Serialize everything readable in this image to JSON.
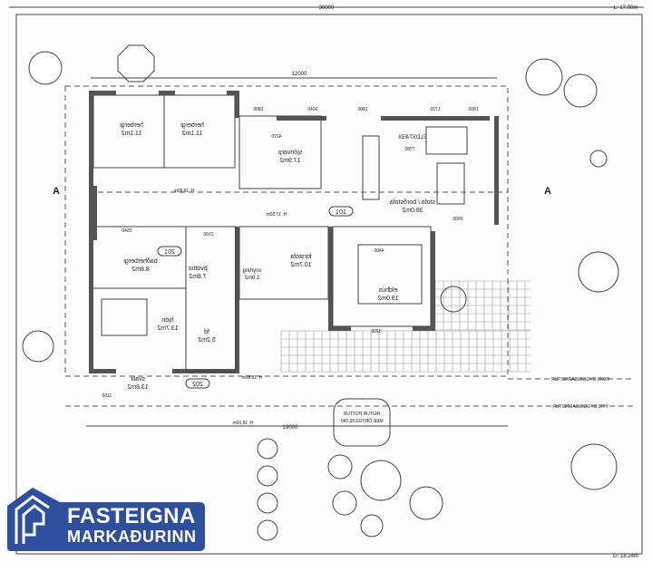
{
  "plan": {
    "dimensions": {
      "top_total": "30000",
      "house_width": "12000",
      "bottom_total": "19000",
      "lot_top": "L: 17.00m",
      "lot_bottom": "G: 18.24m"
    },
    "section_marker": "A",
    "rooms": [
      {
        "name": "herbergi",
        "area": "11.1m2"
      },
      {
        "name": "herbergi",
        "area": "11.1m2"
      },
      {
        "name": "sjónvarp",
        "area": "17.9m2"
      },
      {
        "name": "stofa / borðstofa",
        "area": "38.0m2"
      },
      {
        "name": "eldhús",
        "area": "19.0m2"
      },
      {
        "name": "forstofa",
        "area": "10.7m2"
      },
      {
        "name": "snyrting",
        "area": "1.9m2"
      },
      {
        "name": "þvottur",
        "area": "7.8m2"
      },
      {
        "name": "baðherbergi",
        "area": "8.8m2"
      },
      {
        "name": "hjón",
        "area": "13.7m2"
      },
      {
        "name": "fd",
        "area": "5.2m2"
      },
      {
        "name": "svalir",
        "area": "13.8m2"
      }
    ],
    "room_numbers": [
      "101",
      "201",
      "202"
    ],
    "fireplace": "ELDSTÆÐI",
    "hot_tub": [
      "HEITUR POTTUR",
      "MEÐ ÖRYGGISLOKI"
    ],
    "inner_boundary": "INNRI BYGGINGARREITUR",
    "outer_boundary": "YTRI BYGGINGARREITUR",
    "heights": [
      "H: 18.80m",
      "H: 17.50m",
      "H: 18.80m",
      "H: 18.00m"
    ],
    "wall_dims": [
      "1800",
      "3640",
      "1800",
      "1720",
      "1800",
      "7780",
      "4220",
      "2540",
      "2100",
      "4400",
      "2000",
      "3200",
      "1150"
    ]
  },
  "logo": {
    "line1": "FASTEIGNA",
    "line2": "MARKAÐURINN",
    "color": "#2d4f9e"
  }
}
